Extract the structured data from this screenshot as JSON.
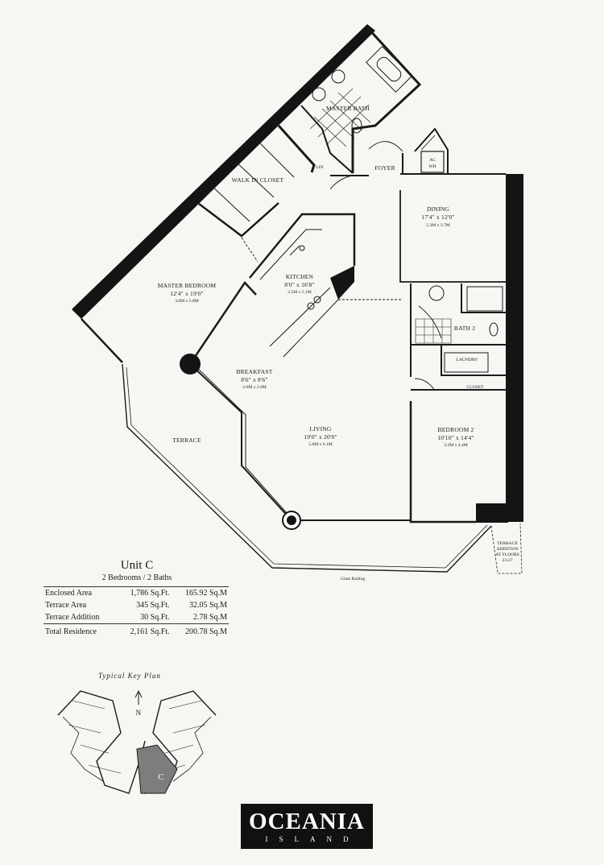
{
  "rooms": {
    "master_bath": "MASTER BATH",
    "lin": "LIN",
    "walk_in_closet": "WALK IN CLOSET",
    "foyer": "FOYER",
    "ac_wh_1": "AC",
    "ac_wh_2": "WH",
    "dining": "DINING",
    "dining_dim": "17'4\" x 12'0\"",
    "dining_metric": "5.3M x 3.7M",
    "master_bedroom": "MASTER BEDROOM",
    "master_bedroom_dim": "12'4\" x 19'0\"",
    "master_bedroom_metric": "3.8M x 5.8M",
    "kitchen": "KITCHEN",
    "kitchen_dim": "8'0\" x 16'8\"",
    "kitchen_metric": "2.5M x 5.1M",
    "bath2": "BATH 2",
    "laundry": "LAUNDRY",
    "closet": "CLOSET",
    "breakfast": "BREAKFAST",
    "breakfast_dim": "8'6\" x 8'6\"",
    "breakfast_metric": "2.6M x 2.6M",
    "terrace": "TERRACE",
    "living": "LIVING",
    "living_dim": "19'0\" x 20'0\"",
    "living_metric": "5.8M x 6.1M",
    "bedroom2": "BEDROOM 2",
    "bedroom2_dim": "10'10\" x 14'4\"",
    "bedroom2_metric": "3.3M x 4.4M",
    "terrace_addition_1": "TERRACE",
    "terrace_addition_2": "ADDITION",
    "terrace_addition_3": "AT FLOORS",
    "terrace_addition_4": "23-27",
    "glass_railing": "Glass Railing"
  },
  "unit": {
    "title": "Unit C",
    "subtitle": "2 Bedrooms / 2 Baths",
    "rows": [
      {
        "label": "Enclosed Area",
        "sqft": "1,786 Sq.Ft.",
        "sqm": "165.92 Sq.M"
      },
      {
        "label": "Terrace Area",
        "sqft": "345 Sq.Ft.",
        "sqm": "32.05 Sq.M"
      },
      {
        "label": "Terrace Addition",
        "sqft": "30 Sq.Ft.",
        "sqm": "2.78 Sq.M"
      }
    ],
    "total": {
      "label": "Total Residence",
      "sqft": "2,161 Sq.Ft.",
      "sqm": "200.78 Sq.M"
    }
  },
  "key_plan": {
    "title": "Typical Key Plan",
    "north": "N",
    "unit_marker": "C"
  },
  "logo": {
    "main": "OCEANIA",
    "sub": "ISLAND"
  }
}
